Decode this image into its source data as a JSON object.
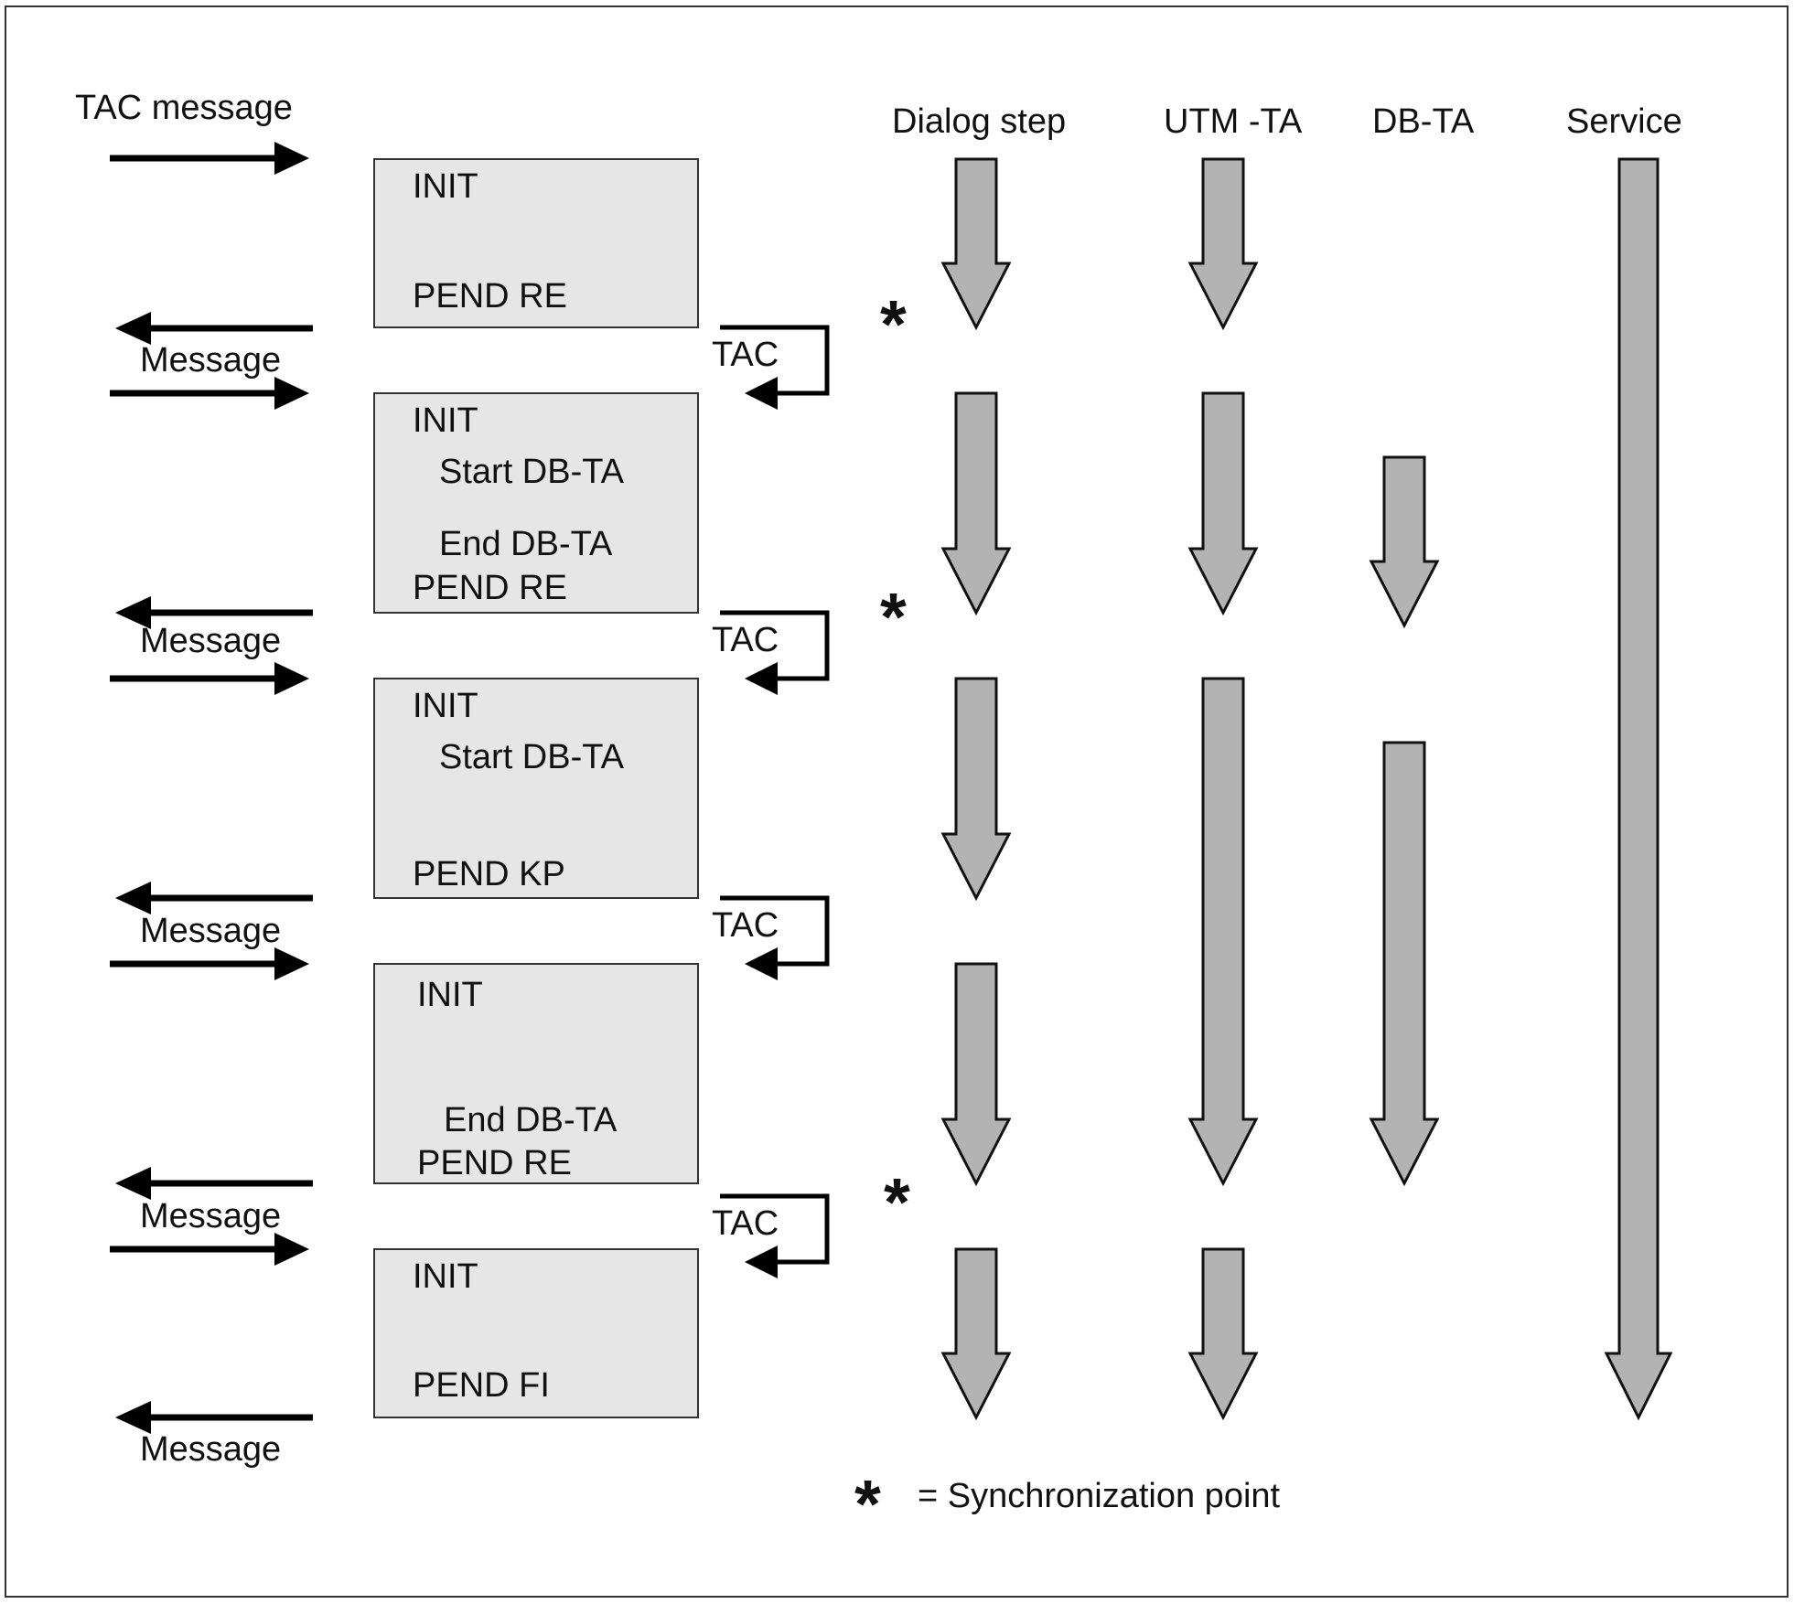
{
  "header": {
    "tac_message": "TAC message",
    "columns": [
      "Dialog step",
      "UTM -TA",
      "DB-TA",
      "Service"
    ]
  },
  "boxes": [
    {
      "lines": [
        "INIT",
        "PEND RE"
      ]
    },
    {
      "lines": [
        "INIT",
        "Start DB-TA",
        "End DB-TA",
        "PEND RE"
      ]
    },
    {
      "lines": [
        "INIT",
        "Start DB-TA",
        "PEND KP"
      ]
    },
    {
      "lines": [
        "INIT",
        "End DB-TA",
        "PEND RE"
      ]
    },
    {
      "lines": [
        "INIT",
        "PEND FI"
      ]
    }
  ],
  "message_labels": [
    "Message",
    "Message",
    "Message",
    "Message",
    "Message"
  ],
  "tac_labels": [
    "TAC",
    "TAC",
    "TAC",
    "TAC"
  ],
  "sync_symbol": "*",
  "legend": {
    "symbol": "*",
    "text": "= Synchronization point"
  }
}
